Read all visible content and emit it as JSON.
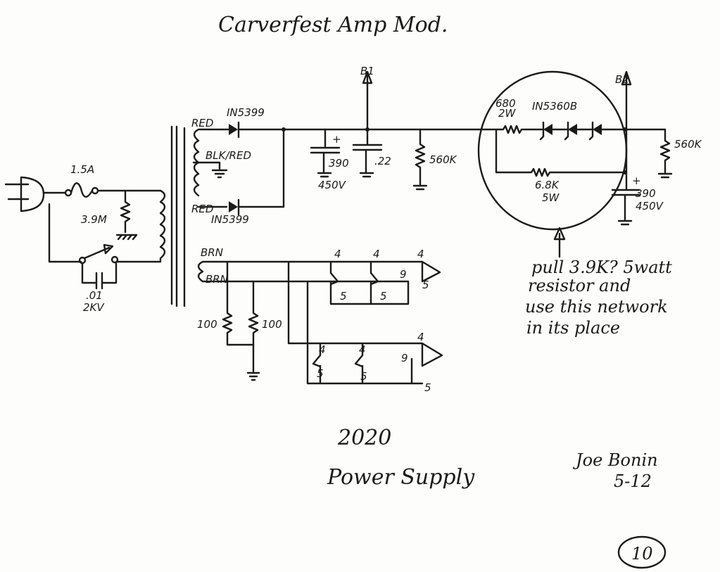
{
  "title": "Carverfest Amp Mod.",
  "primary": {
    "fuse": "1.5A",
    "bleeder": "3.9M",
    "cap_value": ".01",
    "cap_voltage": "2KV"
  },
  "secondary_hv": {
    "wire_top": "RED",
    "wire_center": "BLK/RED",
    "wire_bottom": "RED",
    "diode_top": "IN5399",
    "diode_bottom": "IN5399"
  },
  "filter": {
    "cap1_value": "390",
    "cap1_voltage": "450V",
    "cap2_value": ".22",
    "bleeder1": "560K",
    "b1_label": "B1"
  },
  "network": {
    "res1_value": "680",
    "res1_power": "2W",
    "zener": "IN5360B",
    "res2_value": "6.8K",
    "res2_power": "5W",
    "b2_label": "B2",
    "cap3_value": "390",
    "cap3_voltage": "450V",
    "bleeder2": "560K"
  },
  "note": [
    "pull 3.9K? 5watt",
    "resistor and",
    "use this network",
    "in its place"
  ],
  "heater": {
    "wire_top": "BRN",
    "wire_bottom": "BRN",
    "res_left": "100",
    "res_right": "100",
    "pins": [
      "4",
      "4",
      "4",
      "5",
      "5",
      "5",
      "9",
      "4",
      "4",
      "4",
      "5",
      "5",
      "5",
      "9"
    ]
  },
  "caption": {
    "model": "2020",
    "subject": "Power Supply"
  },
  "signature": {
    "name": "Joe Bonin",
    "date": "5-12"
  },
  "page_number": "10"
}
